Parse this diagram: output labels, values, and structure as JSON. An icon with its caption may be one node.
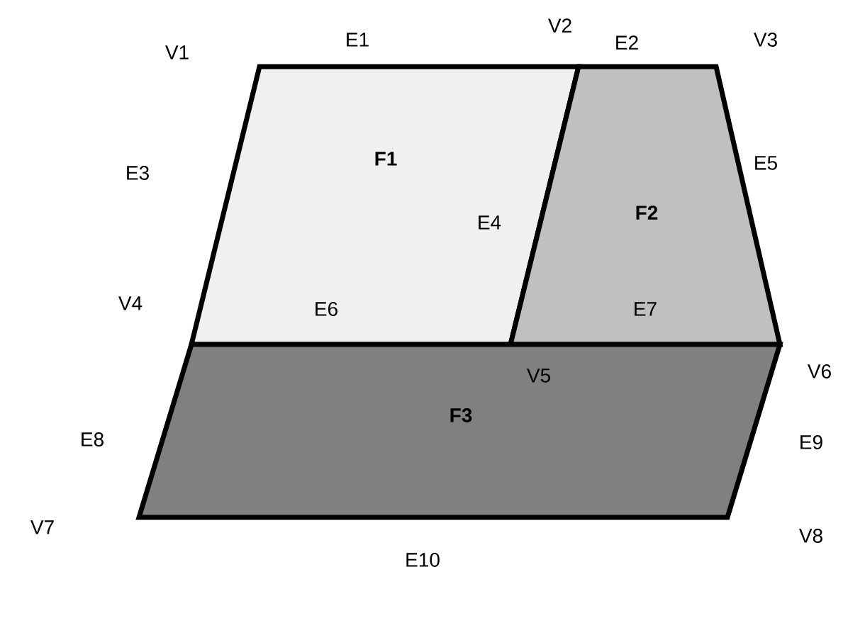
{
  "diagram": {
    "nodes": [
      {
        "text": [
          "F1"
        ]
      },
      {
        "text": [
          "F2"
        ]
      },
      {
        "text": [
          "F3"
        ]
      }
    ],
    "labels": [
      "V1",
      "E1",
      "V2",
      "E2",
      "V3",
      "E3",
      "E5",
      "E4",
      "V4",
      "E6",
      "E7",
      "V5",
      "V6",
      "E8",
      "E9",
      "V7",
      "V8",
      "E10"
    ]
  }
}
